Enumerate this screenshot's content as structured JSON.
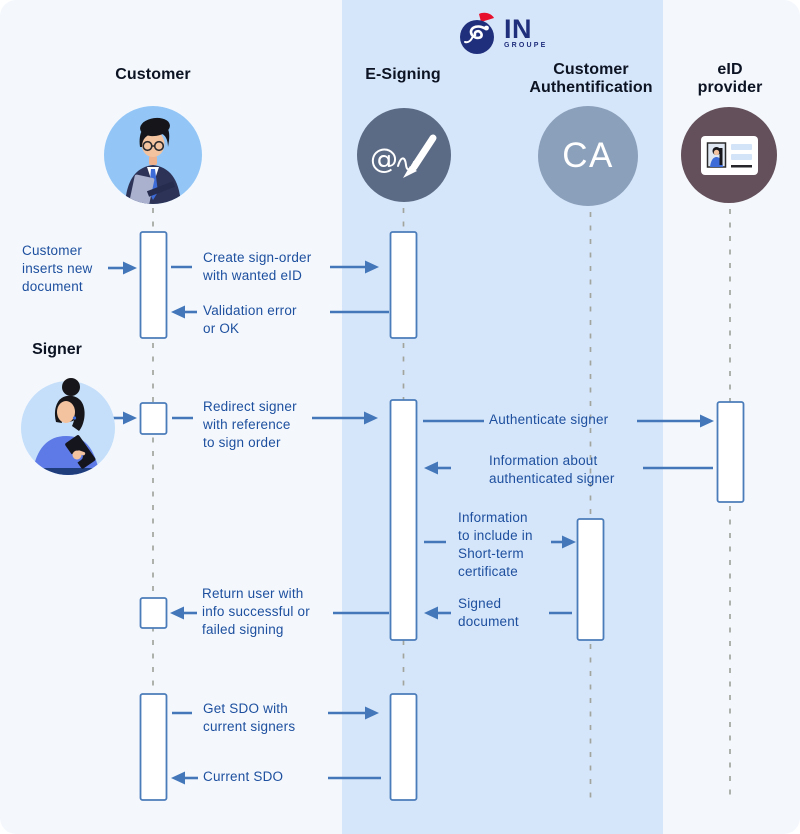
{
  "colors": {
    "card-bg": "#f4f8fd",
    "band-bg": "#d6e6fa",
    "accent-blue": "#4377ba",
    "label-blue": "#1d4f9e",
    "header-dark": "#0c1322",
    "lifeline-gray": "#a2a59d",
    "box-border": "#4b7cba",
    "logo-navy": "#202f7c",
    "logo-red": "#e8112d",
    "customer-avatar-bg": "#93c6f6",
    "signer-avatar-bg": "#c5dffa",
    "esign-avatar-bg": "#5c6b85",
    "ca-avatar-bg": "#8ba0bb",
    "eid-avatar-bg": "#64505a"
  },
  "logo": {
    "brand": "IN",
    "sub": "GROUPE"
  },
  "lanes": [
    {
      "id": "customer",
      "label": "Customer"
    },
    {
      "id": "esigning",
      "label": "E-Signing"
    },
    {
      "id": "customer-authentification",
      "label": "Customer\nAuthentification"
    },
    {
      "id": "eid-provider",
      "label": "eID\nprovider"
    }
  ],
  "signer": {
    "label": "Signer"
  },
  "icons": {
    "esign_glyph": "@",
    "ca_glyph": "CA"
  },
  "messages": [
    {
      "label": "Customer\ninserts new\ndocument",
      "from": "customer-actor",
      "to": "customer",
      "direction": "right"
    },
    {
      "label": "Create sign-order\nwith wanted eID",
      "from": "customer",
      "to": "esigning",
      "direction": "right"
    },
    {
      "label": "Validation error\nor OK",
      "from": "esigning",
      "to": "customer",
      "direction": "left"
    },
    {
      "label": "Redirect signer\nwith reference\nto sign order",
      "from": "signer",
      "to": "esigning",
      "direction": "right"
    },
    {
      "label": "Authenticate signer",
      "from": "esigning",
      "to": "eid-provider",
      "direction": "right"
    },
    {
      "label": "Information about\nauthenticated signer",
      "from": "eid-provider",
      "to": "esigning",
      "direction": "left"
    },
    {
      "label": "Information\nto include in\nShort-term\ncertificate",
      "from": "esigning",
      "to": "customer-authentification",
      "direction": "right"
    },
    {
      "label": "Signed\ndocument",
      "from": "customer-authentification",
      "to": "esigning",
      "direction": "left"
    },
    {
      "label": "Return user with\ninfo successful or\nfailed signing",
      "from": "esigning",
      "to": "customer",
      "direction": "left"
    },
    {
      "label": "Get SDO with\ncurrent signers",
      "from": "customer",
      "to": "esigning",
      "direction": "right"
    },
    {
      "label": "Current SDO",
      "from": "esigning",
      "to": "customer",
      "direction": "left"
    }
  ]
}
